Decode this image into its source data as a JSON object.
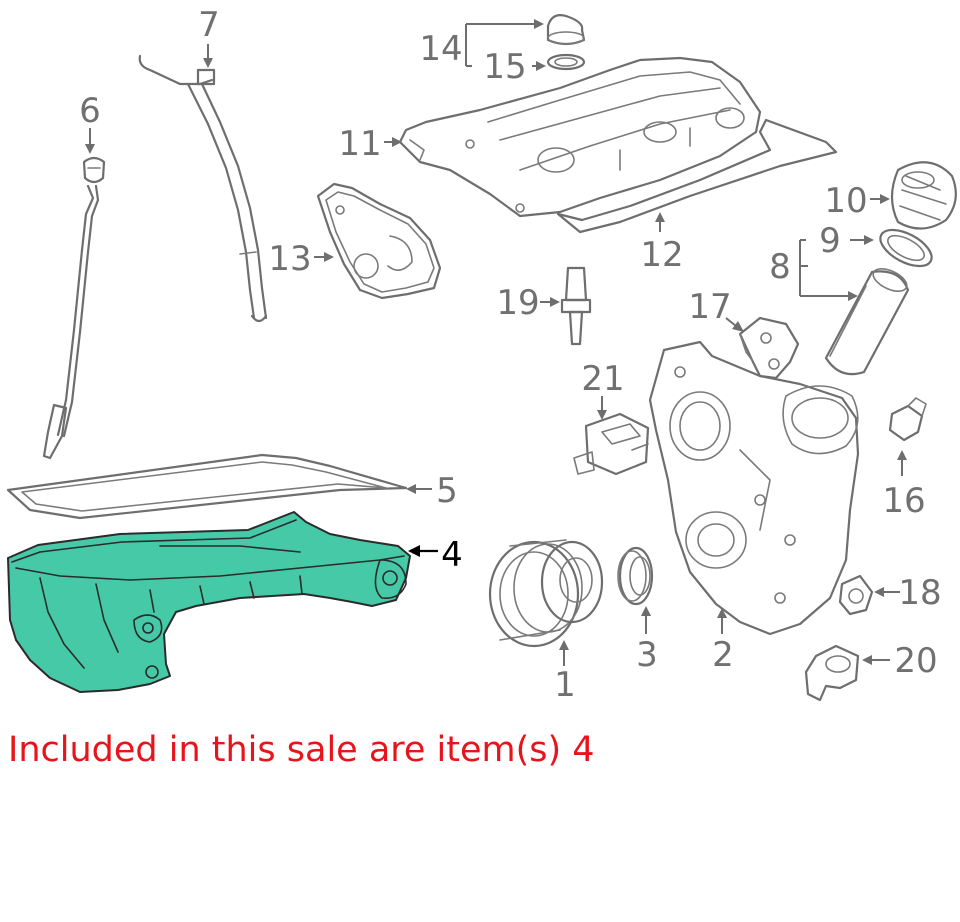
{
  "diagram": {
    "callouts": [
      "1",
      "2",
      "3",
      "4",
      "5",
      "6",
      "7",
      "8",
      "9",
      "10",
      "11",
      "12",
      "13",
      "14",
      "15",
      "16",
      "17",
      "18",
      "19",
      "20",
      "21"
    ],
    "highlighted_part": "4",
    "colors": {
      "highlight": "#45c9a7",
      "line_art": "#6e6e6e",
      "selected_callout": "#000000",
      "note_text": "#e8141b"
    }
  },
  "sale_note": "Included in this sale are item(s) 4"
}
